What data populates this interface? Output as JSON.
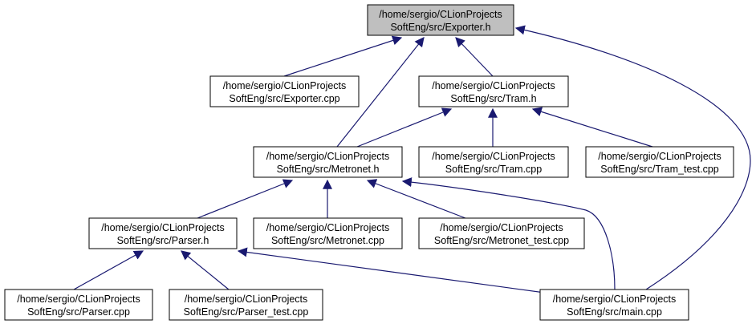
{
  "diagram": {
    "nodes": [
      {
        "id": "exporter_h",
        "lines": [
          "/home/sergio/CLionProjects",
          "SoftEng/src/Exporter.h"
        ],
        "highlight": true
      },
      {
        "id": "exporter_cpp",
        "lines": [
          "/home/sergio/CLionProjects",
          "SoftEng/src/Exporter.cpp"
        ]
      },
      {
        "id": "tram_h",
        "lines": [
          "/home/sergio/CLionProjects",
          "SoftEng/src/Tram.h"
        ]
      },
      {
        "id": "metronet_h",
        "lines": [
          "/home/sergio/CLionProjects",
          "SoftEng/src/Metronet.h"
        ]
      },
      {
        "id": "tram_cpp",
        "lines": [
          "/home/sergio/CLionProjects",
          "SoftEng/src/Tram.cpp"
        ]
      },
      {
        "id": "tram_test",
        "lines": [
          "/home/sergio/CLionProjects",
          "SoftEng/src/Tram_test.cpp"
        ]
      },
      {
        "id": "parser_h",
        "lines": [
          "/home/sergio/CLionProjects",
          "SoftEng/src/Parser.h"
        ]
      },
      {
        "id": "metronet_cpp",
        "lines": [
          "/home/sergio/CLionProjects",
          "SoftEng/src/Metronet.cpp"
        ]
      },
      {
        "id": "metronet_test",
        "lines": [
          "/home/sergio/CLionProjects",
          "SoftEng/src/Metronet_test.cpp"
        ]
      },
      {
        "id": "parser_cpp",
        "lines": [
          "/home/sergio/CLionProjects",
          "SoftEng/src/Parser.cpp"
        ]
      },
      {
        "id": "parser_test",
        "lines": [
          "/home/sergio/CLionProjects",
          "SoftEng/src/Parser_test.cpp"
        ]
      },
      {
        "id": "main_cpp",
        "lines": [
          "/home/sergio/CLionProjects",
          "SoftEng/src/main.cpp"
        ]
      }
    ],
    "edges": [
      {
        "from": "exporter_cpp",
        "to": "exporter_h"
      },
      {
        "from": "metronet_h",
        "to": "exporter_h"
      },
      {
        "from": "tram_h",
        "to": "exporter_h"
      },
      {
        "from": "main_cpp",
        "to": "exporter_h"
      },
      {
        "from": "metronet_h",
        "to": "tram_h"
      },
      {
        "from": "tram_cpp",
        "to": "tram_h"
      },
      {
        "from": "tram_test",
        "to": "tram_h"
      },
      {
        "from": "parser_h",
        "to": "metronet_h"
      },
      {
        "from": "metronet_cpp",
        "to": "metronet_h"
      },
      {
        "from": "metronet_test",
        "to": "metronet_h"
      },
      {
        "from": "main_cpp",
        "to": "metronet_h"
      },
      {
        "from": "parser_cpp",
        "to": "parser_h"
      },
      {
        "from": "parser_test",
        "to": "parser_h"
      },
      {
        "from": "main_cpp",
        "to": "parser_h"
      }
    ],
    "colors": {
      "highlight_fill": "#bfbfbf",
      "node_fill": "#ffffff",
      "node_stroke": "#000000",
      "edge": "#191970"
    }
  }
}
